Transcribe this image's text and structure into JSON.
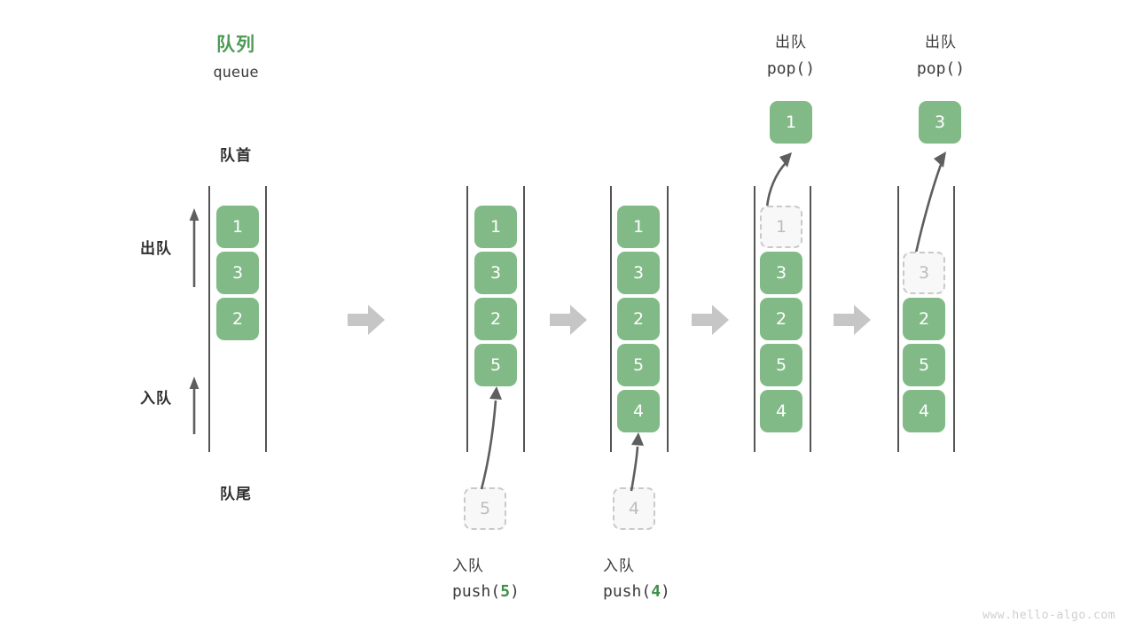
{
  "figure": {
    "title_cn": "队列",
    "title_en": "queue",
    "front_label": "队首",
    "back_label": "队尾",
    "dequeue_label": "出队",
    "enqueue_label": "入队",
    "watermark": "www.hello-algo.com",
    "colors": {
      "element_green": "#82ba87",
      "title_green": "#4d9c55",
      "arg_green": "#3f8f46",
      "ghost_fill": "#f8f8f8",
      "ghost_border": "#c9c9c9",
      "ghost_text": "#bdbdbd",
      "rail": "#545454",
      "arrow_grey": "#5e5e5e",
      "separator_grey": "#c6c6c6",
      "text": "#3c3c3c",
      "watermark": "#cfcfcf"
    }
  },
  "steps": [
    {
      "id": "initial",
      "op_cn": "",
      "op_code": "",
      "op_code_arg": "",
      "elements": [
        "1",
        "3",
        "2"
      ],
      "ghost_index": -1,
      "incoming": "",
      "popped": ""
    },
    {
      "id": "push-5",
      "op_cn": "入队",
      "op_code_prefix": "push(",
      "op_code_arg": "5",
      "op_code_suffix": ")",
      "elements": [
        "1",
        "3",
        "2",
        "5"
      ],
      "ghost_index": -1,
      "incoming": "5",
      "popped": ""
    },
    {
      "id": "push-4",
      "op_cn": "入队",
      "op_code_prefix": "push(",
      "op_code_arg": "4",
      "op_code_suffix": ")",
      "elements": [
        "1",
        "3",
        "2",
        "5",
        "4"
      ],
      "ghost_index": -1,
      "incoming": "4",
      "popped": ""
    },
    {
      "id": "pop-1",
      "op_cn": "出队",
      "op_code_prefix": "pop(",
      "op_code_arg": "",
      "op_code_suffix": ")",
      "elements": [
        "1",
        "3",
        "2",
        "5",
        "4"
      ],
      "ghost_index": 0,
      "incoming": "",
      "popped": "1"
    },
    {
      "id": "pop-3",
      "op_cn": "出队",
      "op_code_prefix": "pop(",
      "op_code_arg": "",
      "op_code_suffix": ")",
      "elements": [
        "3",
        "2",
        "5",
        "4"
      ],
      "ghost_index": 0,
      "incoming": "",
      "popped": "3"
    }
  ],
  "labels": {
    "col1_title_cn": "队列",
    "col1_title_en": "queue",
    "col1_front": "队首",
    "col1_back": "队尾",
    "col1_dequeue": "出队",
    "col1_enqueue": "入队",
    "col2_op_cn": "入队",
    "col2_code_prefix": "push(",
    "col2_code_arg": "5",
    "col2_code_suffix": ")",
    "col3_op_cn": "入队",
    "col3_code_prefix": "push(",
    "col3_code_arg": "4",
    "col3_code_suffix": ")",
    "col4_op_cn": "出队",
    "col4_code": "pop()",
    "col5_op_cn": "出队",
    "col5_code": "pop()",
    "watermark": "www.hello-algo.com"
  },
  "values": {
    "col1": [
      "1",
      "3",
      "2"
    ],
    "col2": [
      "1",
      "3",
      "2",
      "5"
    ],
    "col2_incoming": "5",
    "col3": [
      "1",
      "3",
      "2",
      "5",
      "4"
    ],
    "col3_incoming": "4",
    "col4_ghost": "1",
    "col4": [
      "3",
      "2",
      "5",
      "4"
    ],
    "col4_popped": "1",
    "col5_ghost": "3",
    "col5": [
      "2",
      "5",
      "4"
    ],
    "col5_popped": "3"
  }
}
